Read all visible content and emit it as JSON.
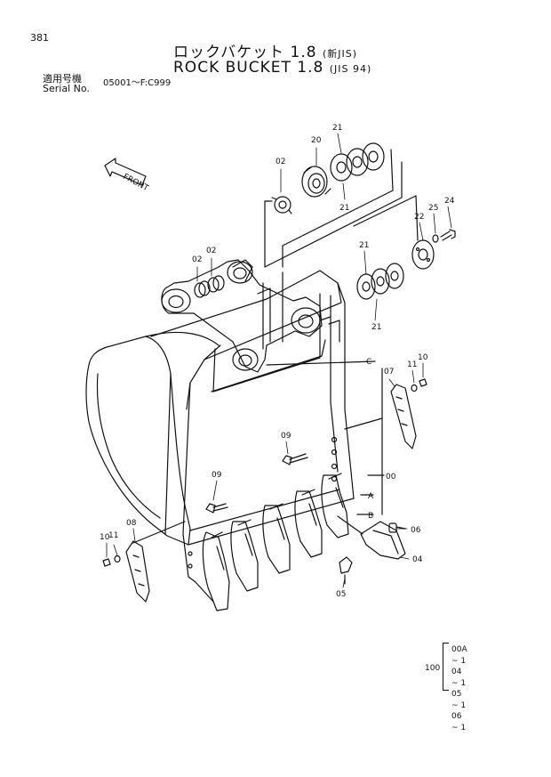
{
  "page_number": "381",
  "title_jp": "ロックバケット 1.8",
  "title_jp_note": "(新JIS)",
  "title_en": "ROCK BUCKET 1.8",
  "title_en_note": "(JIS 94)",
  "serial_label_jp": "適用号機",
  "serial_label_en": "Serial No.",
  "serial_range": "05001～F:C999",
  "front_label": "FRONT",
  "callouts": {
    "c02a": "02",
    "c02b": "02",
    "c02c": "02",
    "c20": "20",
    "c21a": "21",
    "c21b": "21",
    "c21c": "21",
    "c21d": "21",
    "c22": "22",
    "c24": "24",
    "c25": "25",
    "cC": "C",
    "c07": "07",
    "c11a": "11",
    "c10a": "10",
    "c09a": "09",
    "c09b": "09",
    "c00": "00",
    "cA": "A",
    "cB": "B",
    "c06": "06",
    "c04": "04",
    "c05": "05",
    "c08": "08",
    "c11b": "11",
    "c10b": "10"
  },
  "kit": {
    "number": "100",
    "items": [
      "00A ~ 1",
      "04 ~ 1",
      "05 ~ 1",
      "06 ~ 1"
    ]
  }
}
